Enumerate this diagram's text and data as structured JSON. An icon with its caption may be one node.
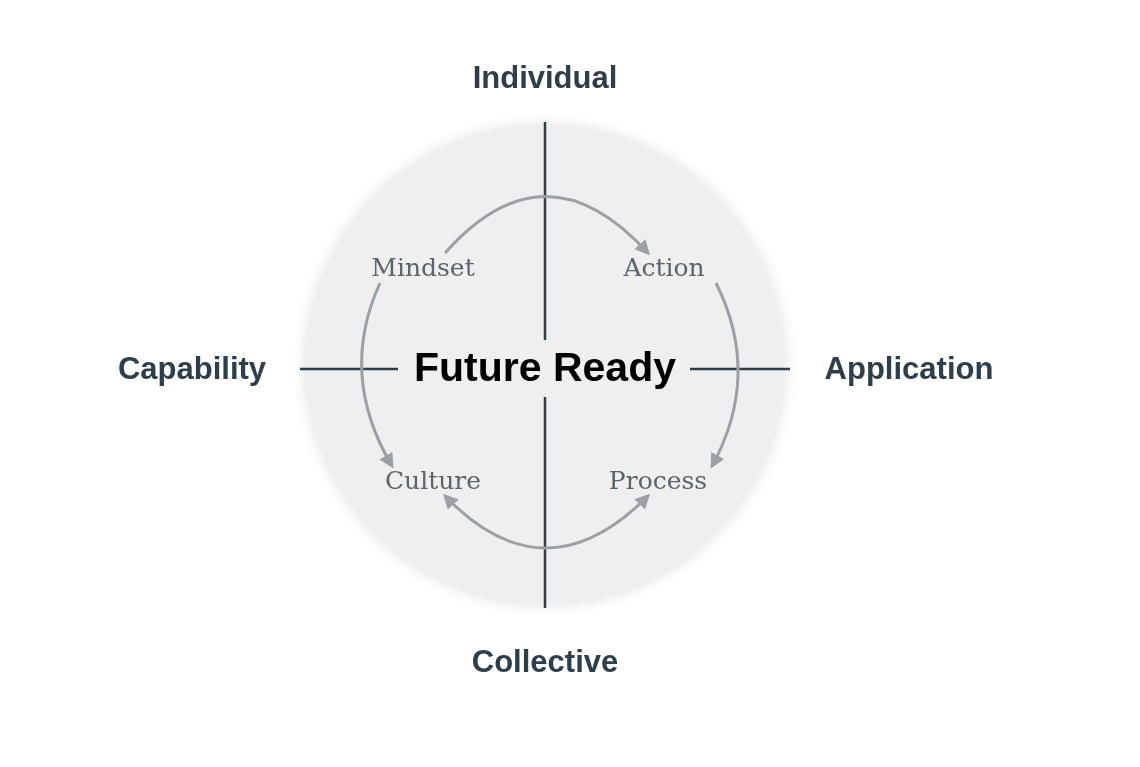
{
  "diagram": {
    "nodes": [
      {
        "text": [
          "Future Ready"
        ]
      },
      {
        "text": [
          "Mindset"
        ],
        "in": 0
      },
      {
        "text": [
          "Action"
        ],
        "in": 0
      },
      {
        "text": [
          "Culture"
        ],
        "in": 0
      },
      {
        "text": [
          "Process"
        ],
        "in": 0
      }
    ],
    "edges": [
      {
        "from": 1,
        "to": 2,
        "arrow": "to"
      },
      {
        "from": 2,
        "to": 4,
        "arrow": "to"
      },
      {
        "from": 1,
        "to": 3,
        "arrow": "to"
      },
      {
        "from": 3,
        "to": 4,
        "arrow": "both"
      }
    ],
    "labels": [
      "Individual",
      "Capability",
      "Application",
      "Collective"
    ]
  }
}
